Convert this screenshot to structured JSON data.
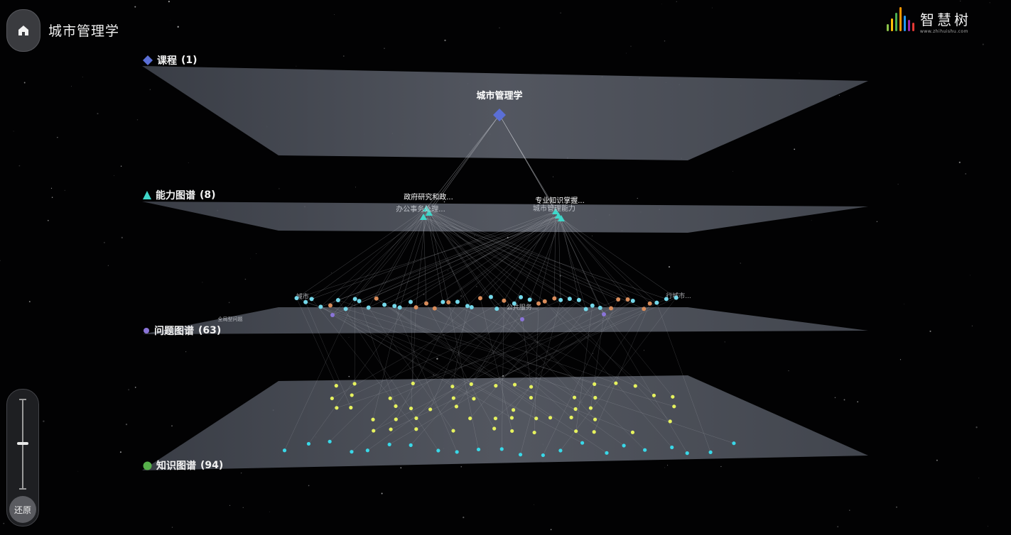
{
  "header": {
    "title": "城市管理学",
    "home_icon": "home-icon"
  },
  "logo": {
    "text": "智慧树",
    "url": "www.zhihuishu.com",
    "bar_colors": [
      "#8bc34a",
      "#ffc107",
      "#4caf50",
      "#ff9800",
      "#2196f3",
      "#9c27b0",
      "#e53935"
    ]
  },
  "layers": {
    "course": {
      "name": "课程",
      "count": "(1)",
      "icon": "diamond-icon",
      "color": "#5b6fd6"
    },
    "ability": {
      "name": "能力图谱",
      "count": "(8)",
      "icon": "triangle-icon",
      "color": "#3fd6c9"
    },
    "problem": {
      "name": "问题图谱",
      "count": "(63)",
      "icon": "circle-icon",
      "color": "#8a74d8"
    },
    "knowledge": {
      "name": "知识图谱",
      "count": "(94)",
      "icon": "sphere-icon",
      "color": "#56b04a"
    }
  },
  "graph": {
    "course_node": "城市管理学",
    "ability_nodes": [
      "政府研究和政...",
      "办公事务处理...",
      "专业知识掌握...",
      "城市管理能力"
    ],
    "problem_labels": [
      "城市...",
      "全局型问题",
      "行城市...",
      "公共服务..."
    ]
  },
  "zoom": {
    "reset_label": "还原",
    "level": 0.5
  },
  "colors": {
    "plane": "#4a4e57",
    "edge": "#c9ccd2",
    "knowledge_yellow": "#e6f25e",
    "knowledge_cyan": "#39d8e8",
    "problem_orange": "#d98c5a",
    "problem_cyan": "#74d8ea"
  }
}
